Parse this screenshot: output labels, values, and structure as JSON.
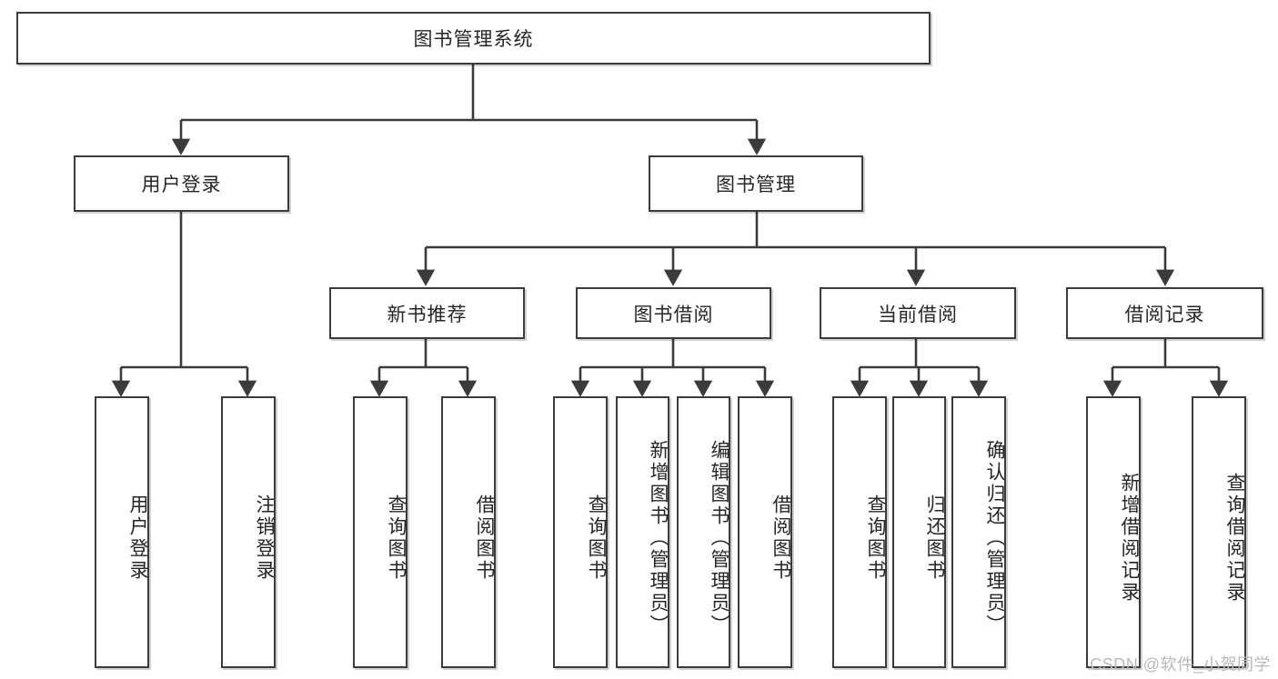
{
  "diagram": {
    "title": "图书管理系统",
    "type": "tree",
    "root": {
      "label": "图书管理系统"
    },
    "level2": [
      {
        "label": "用户登录"
      },
      {
        "label": "图书管理"
      }
    ],
    "level3": [
      {
        "label": "新书推荐"
      },
      {
        "label": "图书借阅"
      },
      {
        "label": "当前借阅"
      },
      {
        "label": "借阅记录"
      }
    ],
    "leaves": {
      "user_login": [
        {
          "label": "用户登录"
        },
        {
          "label": "注销登录"
        }
      ],
      "new_book_recommend": [
        {
          "label": "查询图书"
        },
        {
          "label": "借阅图书"
        }
      ],
      "book_borrow": [
        {
          "label": "查询图书"
        },
        {
          "label": "新增图书（管理员）"
        },
        {
          "label": "编辑图书（管理员）"
        },
        {
          "label": "借阅图书"
        }
      ],
      "current_borrow": [
        {
          "label": "查询图书"
        },
        {
          "label": "归还图书"
        },
        {
          "label": "确认归还（管理员）"
        }
      ],
      "borrow_record": [
        {
          "label": "新增借阅记录"
        },
        {
          "label": "查询借阅记录"
        }
      ]
    }
  },
  "watermark": {
    "text": "CSDN @软件_小贺同学"
  },
  "colors": {
    "stroke": "#3b3b3b",
    "fill": "#ffffff",
    "text": "#262626",
    "watermark": "#b9b9b9"
  }
}
